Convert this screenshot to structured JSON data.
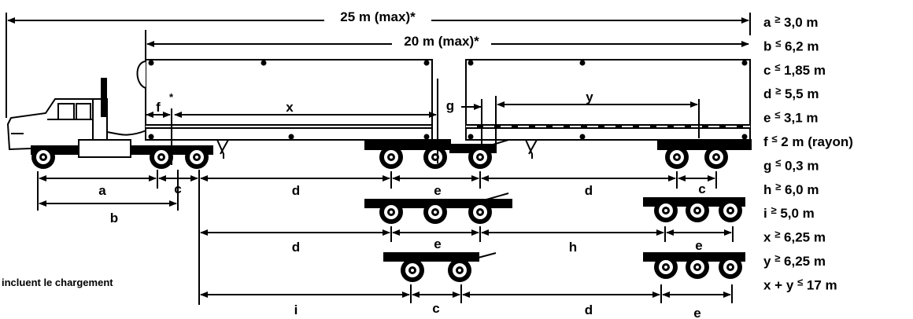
{
  "title_total": "25 m (max)*",
  "title_trailers": "20 m (max)*",
  "labels": {
    "a": "a",
    "b": "b",
    "c": "c",
    "d": "d",
    "e": "e",
    "f": "f",
    "g": "g",
    "h": "h",
    "i": "i",
    "x": "x",
    "y": "y",
    "asterisk": "*"
  },
  "note": "incluent le chargement",
  "specs": [
    {
      "letter": "a",
      "op": "≥",
      "value": "3,0 m"
    },
    {
      "letter": "b",
      "op": "≤",
      "value": "6,2 m"
    },
    {
      "letter": "c",
      "op": "≤",
      "value": "1,85 m"
    },
    {
      "letter": "d",
      "op": "≥",
      "value": "5,5 m"
    },
    {
      "letter": "e",
      "op": "≤",
      "value": "3,1 m"
    },
    {
      "letter": "f",
      "op": "≤",
      "value": "2 m (rayon)"
    },
    {
      "letter": "g",
      "op": "≤",
      "value": "0,3 m"
    },
    {
      "letter": "h",
      "op": "≥",
      "value": "6,0 m"
    },
    {
      "letter": "i",
      "op": "≥",
      "value": "5,0 m"
    },
    {
      "letter": "x",
      "op": "≥",
      "value": "6,25 m"
    },
    {
      "letter": "y",
      "op": "≥",
      "value": "6,25 m"
    },
    {
      "letter": "x + y",
      "op": "≤",
      "value": "17 m"
    }
  ]
}
